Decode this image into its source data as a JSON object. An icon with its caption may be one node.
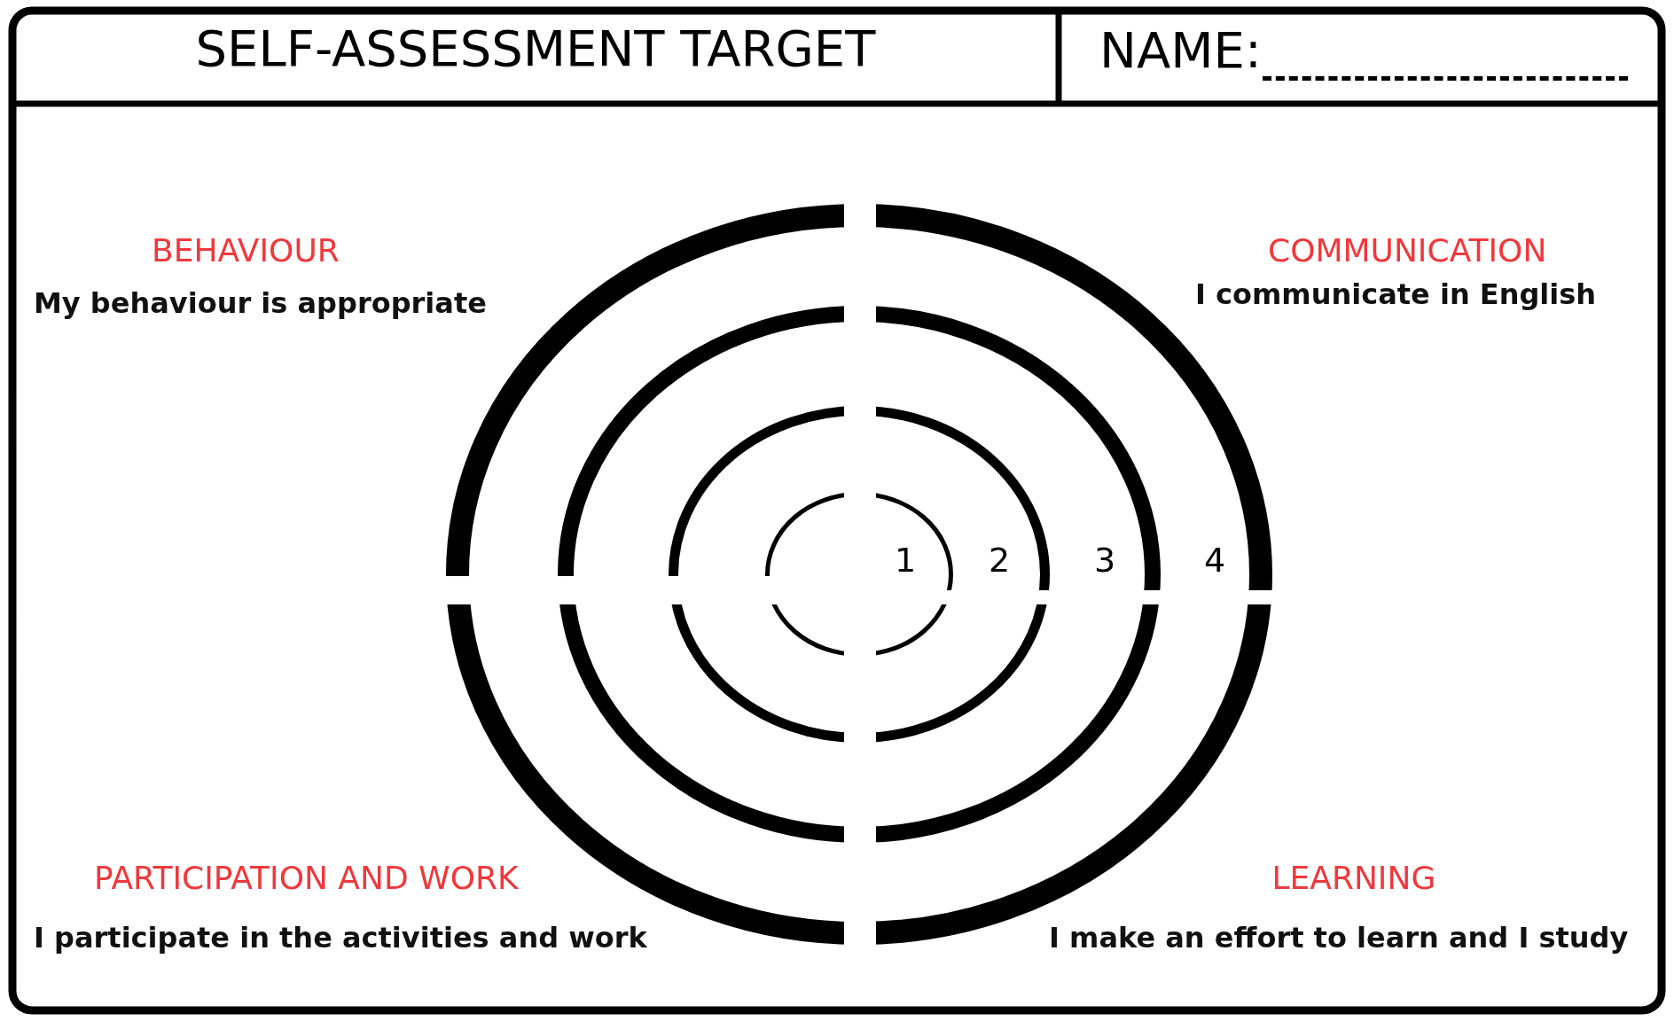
{
  "diagram": {
    "title": "SELF-ASSESSMENT TARGET",
    "labels": [
      "NAME:",
      "BEHAVIOUR",
      "COMMUNICATION",
      "My behaviour is appropriate",
      "I communicate in English",
      "1",
      "2",
      "3",
      "4",
      "PARTICIPATION AND WORK",
      "LEARNING",
      "I participate in the activities and work",
      "I make an effort to learn and I study"
    ]
  }
}
